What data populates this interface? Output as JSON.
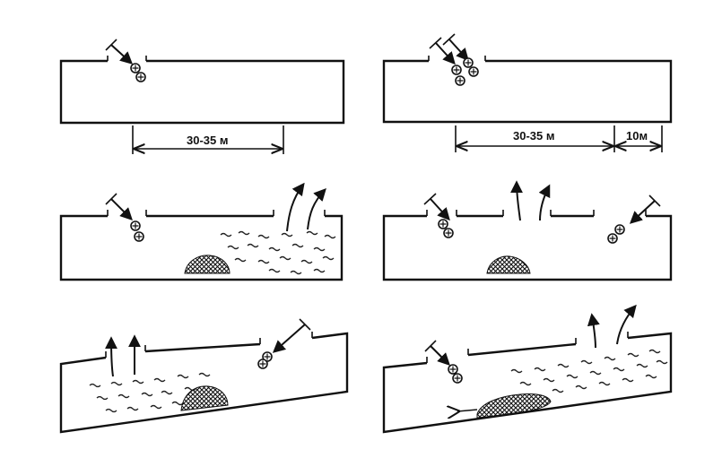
{
  "panels": {
    "top_left": {
      "dimension_label": "30-35 м"
    },
    "top_right": {
      "dimension_label_main": "30-35 м",
      "dimension_label_extra": "10м"
    }
  }
}
